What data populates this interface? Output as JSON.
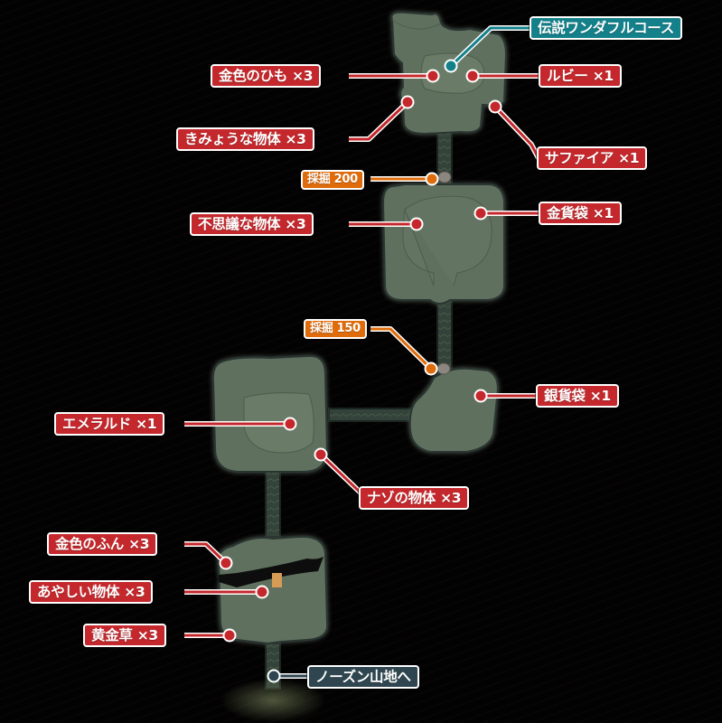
{
  "map": {
    "colors": {
      "background": "#030202",
      "ground": "#5f705e",
      "ground_light": "#6b7d69",
      "corridor": "#3a4a42",
      "item_label": "#c4282c",
      "course_label": "#13808a",
      "dig_label": "#e06b0a",
      "exit_label": "#2f4650",
      "marker_outline": "#ffffff"
    },
    "labels": {
      "course": "伝説ワンダフルコース",
      "ruby": "ルビー ×1",
      "golden_string": "金色のひも ×3",
      "strange_object": "きみょうな物体 ×3",
      "sapphire": "サファイア ×1",
      "dig_200": "採掘 200",
      "gold_coin_bag": "金貨袋 ×1",
      "mysterious_object": "不思議な物体 ×3",
      "dig_150": "採掘 150",
      "silver_coin_bag": "銀貨袋 ×1",
      "emerald": "エメラルド ×1",
      "enigma_object": "ナゾの物体 ×3",
      "golden_dung": "金色のふん ×3",
      "suspicious_object": "あやしい物体 ×3",
      "golden_grass": "黄金草 ×3",
      "exit_nozen": "ノーズン山地へ"
    }
  }
}
